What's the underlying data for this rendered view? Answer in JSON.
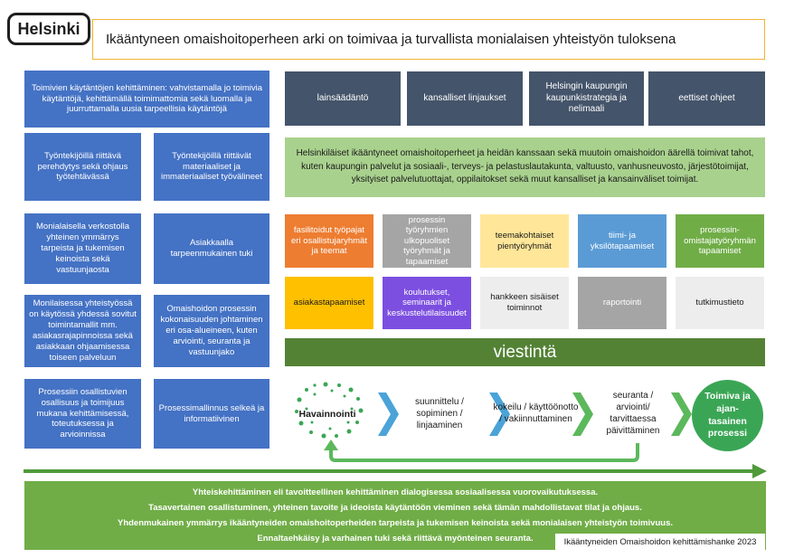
{
  "header": {
    "logo_text": "Helsinki",
    "title": "Ikääntyneen omaishoitoperheen arki on toimivaa ja turvallista monialaisen yhteistyön tuloksena"
  },
  "left_boxes": [
    {
      "text": "Toimivien käytäntöjen kehittäminen: vahvistamalla jo toimivia käytäntöjä, kehittämällä toimimattomia sekä luomalla ja juurruttamalla uusia tarpeellisia käytäntöjä"
    },
    {
      "text": "Työntekijöillä riittävä perehdytys sekä ohjaus työtehtävässä"
    },
    {
      "text": "Työntekijöillä riittävät materiaaliset ja immateriaaliset työvälineet"
    },
    {
      "text": "Monialaisella verkostolla yhteinen ymmärrys tarpeista ja tukemisen keinoista sekä vastuunjaosta"
    },
    {
      "text": "Asiakkaalla tarpeenmukainen tuki"
    },
    {
      "text": "Monilaisessa yhteistyössä on käytössä yhdessä sovitut toimintamallit mm. asiakasrajapinnoissa sekä asiakkaan ohjaamisessa toiseen palveluun"
    },
    {
      "text": "Omaishoidon prosessin kokonaisuuden johtaminen eri osa-alueineen, kuten arviointi, seuranta ja vastuunjako"
    },
    {
      "text": "Prosessiin osallistuvien osallisuus ja toimijuus mukana kehittämisessä, toteutuksessa ja arvioinnissa"
    },
    {
      "text": "Prosessimallinnus selkeä ja informatiivinen"
    }
  ],
  "top_boxes": [
    "lainsäädäntö",
    "kansalliset linjaukset",
    "Helsingin kaupungin kaupunkistrategia ja nelimaali",
    "eettiset ohjeet"
  ],
  "actors_text": "Helsinkiläiset ikääntyneet omaishoitoperheet ja heidän kanssaan sekä muutoin omaishoidon äärellä toimivat tahot, kuten kaupungin palvelut ja sosiaali-, terveys- ja pelastuslautakunta, valtuusto, vanhusneuvosto, järjestötoimijat, yksityiset palvelutuottajat, oppilaitokset sekä muut kansalliset ja kansainväliset toimijat.",
  "tiles_row1": [
    {
      "text": "fasilitoidut työpajat eri osallistujaryhmät ja teemat",
      "color": "#ed7d31",
      "text_color": "#ffffff"
    },
    {
      "text": "prosessin työryhmien ulkopuoliset työryhmät ja tapaamiset",
      "color": "#a5a5a5",
      "text_color": "#ffffff"
    },
    {
      "text": "teemakohtaiset pientyöryhmät",
      "color": "#ffe699",
      "text_color": "#1a1a1a"
    },
    {
      "text": "tiimi- ja yksilötapaamiset",
      "color": "#5b9bd5",
      "text_color": "#ffffff"
    },
    {
      "text": "prosessin-omistajatyöryhmän tapaamiset",
      "color": "#70ad47",
      "text_color": "#ffffff"
    }
  ],
  "tiles_row2": [
    {
      "text": "asiakastapaamiset",
      "color": "#ffc000",
      "text_color": "#1a1a1a"
    },
    {
      "text": "koulutukset, seminaarit ja keskustelutilaisuudet",
      "color": "#7c4fe0",
      "text_color": "#ffffff"
    },
    {
      "text": "hankkeen sisäiset toiminnot",
      "color": "#ededed",
      "text_color": "#1a1a1a"
    },
    {
      "text": "raportointi",
      "color": "#a5a5a5",
      "text_color": "#ffffff"
    },
    {
      "text": "tutkimustieto",
      "color": "#ededed",
      "text_color": "#1a1a1a"
    }
  ],
  "viestinta": "viestintä",
  "process": {
    "start": "Havainnointi",
    "steps": [
      "suunnittelu / sopiminen / linjaaminen",
      "kokeilu / käyttöönotto / vakiinnuttaminen",
      "seuranta / arviointi/ tarvittaessa päivittäminen"
    ],
    "result": "Toimiva ja ajan-tasainen prosessi"
  },
  "bottom_lines": [
    "Yhteiskehittäminen eli tavoitteellinen kehittäminen dialogisessa sosiaalisessa vuorovaikutuksessa.",
    "Tasavertainen osallistuminen, yhteinen tavoite ja ideoista käytäntöön vieminen sekä tämän mahdollistavat tilat ja ohjaus.",
    "Yhdenmukainen ymmärrys ikääntyneiden omaishoitoperheiden tarpeista ja tukemisen keinoista sekä monialaisen yhteistyön toimivuus.",
    "Ennaltaehkäisy ja varhainen tuki sekä riittävä myönteinen seuranta."
  ],
  "footer_credit": "Ikääntyneiden Omaishoidon kehittämishanke 2023",
  "colors": {
    "blue": "#4472c4",
    "navy": "#44546a",
    "green": "#70ad47",
    "light_green": "#a9d18e",
    "chevron_blue": "#4ba3d8",
    "chevron_green": "#5cb85c"
  }
}
